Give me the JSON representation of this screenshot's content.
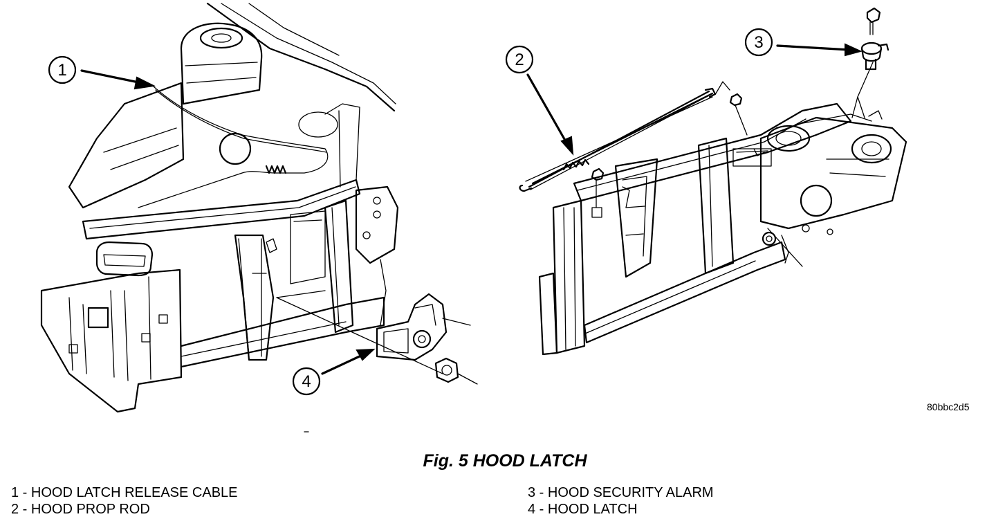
{
  "callouts": [
    {
      "number": "1"
    },
    {
      "number": "2"
    },
    {
      "number": "3"
    },
    {
      "number": "4"
    }
  ],
  "reference_code": "80bbc2d5",
  "figure_caption": "Fig. 5 HOOD LATCH",
  "legend": [
    {
      "text": "1 - HOOD LATCH RELEASE CABLE"
    },
    {
      "text": "2 - HOOD PROP ROD"
    },
    {
      "text": "3 - HOOD SECURITY ALARM"
    },
    {
      "text": "4 - HOOD LATCH"
    }
  ]
}
